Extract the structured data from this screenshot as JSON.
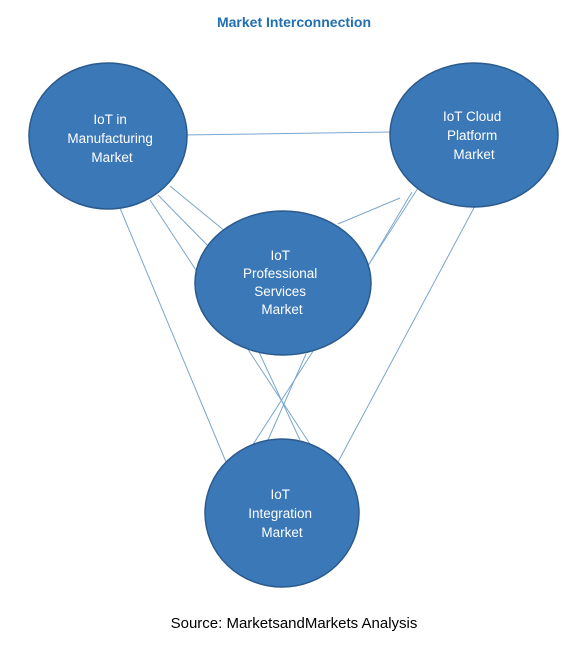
{
  "title": "Market Interconnection",
  "nodes": [
    {
      "id": "manufacturing",
      "lines": [
        "IoT in",
        "Manufacturing",
        "Market"
      ]
    },
    {
      "id": "cloud",
      "lines": [
        "IoT Cloud",
        "Platform",
        "Market"
      ]
    },
    {
      "id": "services",
      "lines": [
        "IoT",
        "Professional",
        "Services",
        "Market"
      ]
    },
    {
      "id": "integration",
      "lines": [
        "IoT",
        "Integration",
        "Market"
      ]
    }
  ],
  "source": "Source: MarketsandMarkets Analysis",
  "colors": {
    "node_fill": "#3a78b8",
    "node_stroke": "#2b5a8c",
    "connector": "#7aa6cf",
    "title": "#1f6fb2"
  }
}
